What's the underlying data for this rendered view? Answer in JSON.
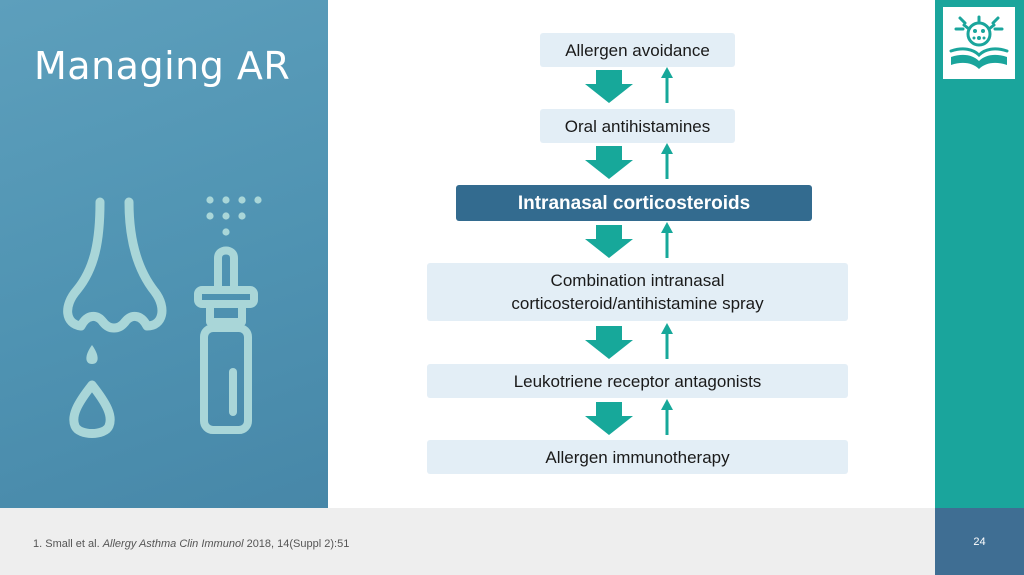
{
  "slide": {
    "title": "Managing AR",
    "page_number": "24"
  },
  "citation": {
    "prefix": "1. Small et al. ",
    "journal": "Allergy Asthma Clin Immunol",
    "suffix": " 2018, 14(Suppl 2):51"
  },
  "flowchart": {
    "steps": [
      {
        "label": "Allergen avoidance"
      },
      {
        "label": "Oral antihistamines"
      },
      {
        "label": "Intranasal corticosteroids"
      },
      {
        "label": "Combination intranasal corticosteroid/antihistamine spray"
      },
      {
        "label": "Leukotriene receptor antagonists"
      },
      {
        "label": "Allergen immunotherapy"
      }
    ]
  },
  "colors": {
    "left_panel": "#4f93b2",
    "teal_strip": "#1aa59c",
    "step_fill": "#e3eef6",
    "highlight_fill": "#336b8f",
    "arrow": "#17a89a"
  },
  "icons": [
    "nose-icon",
    "nasal-spray-icon",
    "logo-icon"
  ]
}
